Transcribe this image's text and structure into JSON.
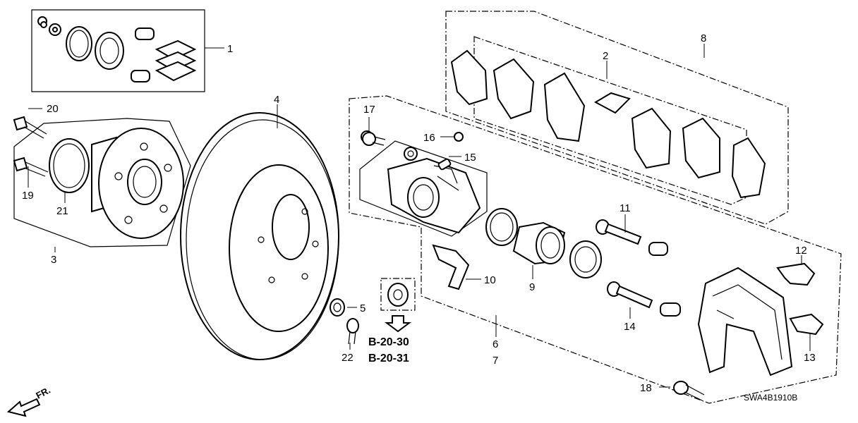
{
  "callouts": {
    "c1": "1",
    "c2": "2",
    "c3": "3",
    "c4": "4",
    "c5": "5",
    "c6": "6",
    "c7": "7",
    "c8": "8",
    "c9": "9",
    "c10": "10",
    "c11": "11",
    "c12": "12",
    "c13": "13",
    "c14": "14",
    "c15": "15",
    "c16": "16",
    "c17": "17",
    "c18": "18",
    "c19": "19",
    "c20": "20",
    "c21": "21",
    "c22": "22"
  },
  "refs": {
    "ref1": "B-20-30",
    "ref2": "B-20-31"
  },
  "direction": {
    "label": "FR."
  },
  "diagram_code": "SWA4B1910B",
  "icons": [
    "front-arrow-icon",
    "down-arrow-icon"
  ]
}
